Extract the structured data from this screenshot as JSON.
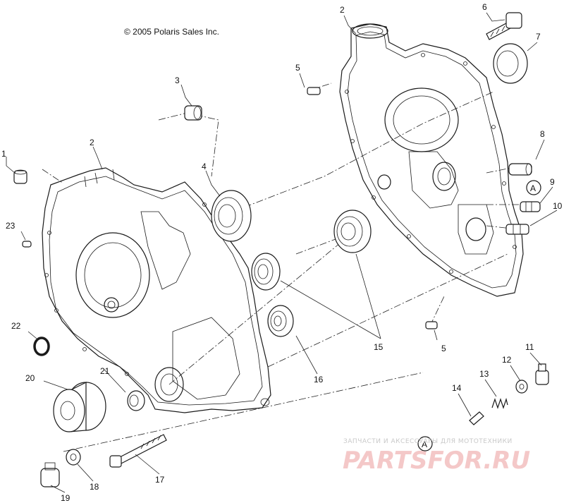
{
  "copyright": "© 2005 Polaris Sales Inc.",
  "watermark": {
    "tagline": "ЗАПЧАСТИ И АКСЕССУАРЫ ДЛЯ МОТОТЕХНИКИ",
    "logo": "PARTSFOR.RU"
  },
  "ref_marker": "A",
  "callouts": {
    "n1": "1",
    "n2a": "2",
    "n2b": "2",
    "n3": "3",
    "n4": "4",
    "n5a": "5",
    "n5b": "5",
    "n6": "6",
    "n7": "7",
    "n8": "8",
    "n9": "9",
    "n10": "10",
    "n11": "11",
    "n12": "12",
    "n13": "13",
    "n14": "14",
    "n15": "15",
    "n16": "16",
    "n17": "17",
    "n18": "18",
    "n19": "19",
    "n20": "20",
    "n21": "21",
    "n22": "22",
    "n23": "23"
  }
}
